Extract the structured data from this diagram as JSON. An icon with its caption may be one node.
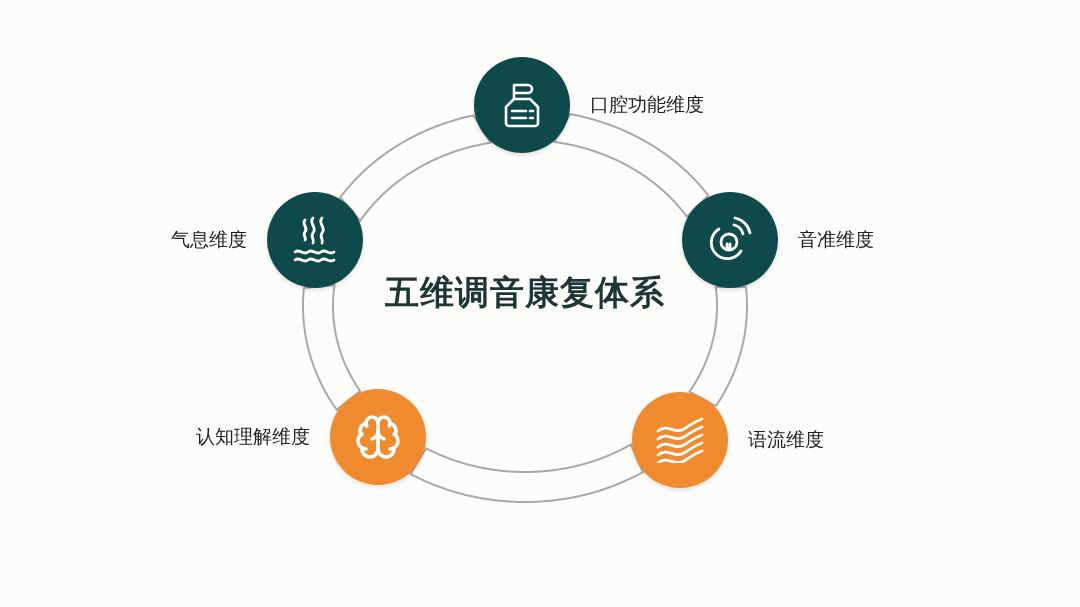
{
  "diagram": {
    "title": "五维调音康复体系",
    "nodes": [
      {
        "text": [
          "口腔功能维度"
        ]
      },
      {
        "text": [
          "气息维度"
        ]
      },
      {
        "text": [
          "音准维度"
        ]
      },
      {
        "text": [
          "认知理解维度"
        ]
      },
      {
        "text": [
          "语流维度"
        ]
      }
    ],
    "edges": [
      {
        "from": 0,
        "to": 2,
        "arrow": "none"
      },
      {
        "from": 2,
        "to": 4,
        "arrow": "none"
      },
      {
        "from": 4,
        "to": 3,
        "arrow": "none"
      },
      {
        "from": 3,
        "to": 1,
        "arrow": "none"
      },
      {
        "from": 1,
        "to": 0,
        "arrow": "none"
      }
    ]
  }
}
